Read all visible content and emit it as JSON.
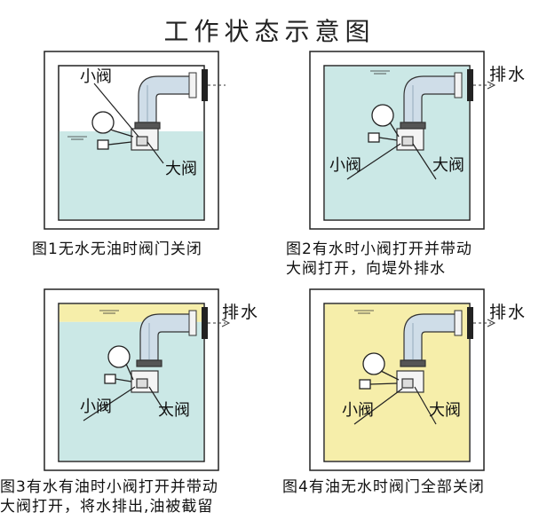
{
  "title": "工作状态示意图",
  "colors": {
    "water": "#cbe8e6",
    "oil": "#f6eeaa",
    "pipe": "#cfdde8",
    "line": "#222222"
  },
  "panels": [
    {
      "small_valve": "小阀",
      "big_valve": "大阀",
      "outlet_label": "",
      "caption_line1": "图1无水无油时阀门关闭",
      "caption_line2": ""
    },
    {
      "small_valve": "小阀",
      "big_valve": "大阀",
      "outlet_label": "排水",
      "caption_line1": "图2有水时小阀打开并带动",
      "caption_line2": "大阀打开，向堤外排水"
    },
    {
      "small_valve": "小阀",
      "big_valve": "大阀",
      "outlet_label": "排水",
      "caption_line1": "图3有水有油时小阀打开并带动",
      "caption_line2": "大阀打开，将水排出,油被截留"
    },
    {
      "small_valve": "小阀",
      "big_valve": "大阀",
      "outlet_label": "排水",
      "caption_line1": "图4有油无水时阀门全部关闭",
      "caption_line2": ""
    }
  ]
}
